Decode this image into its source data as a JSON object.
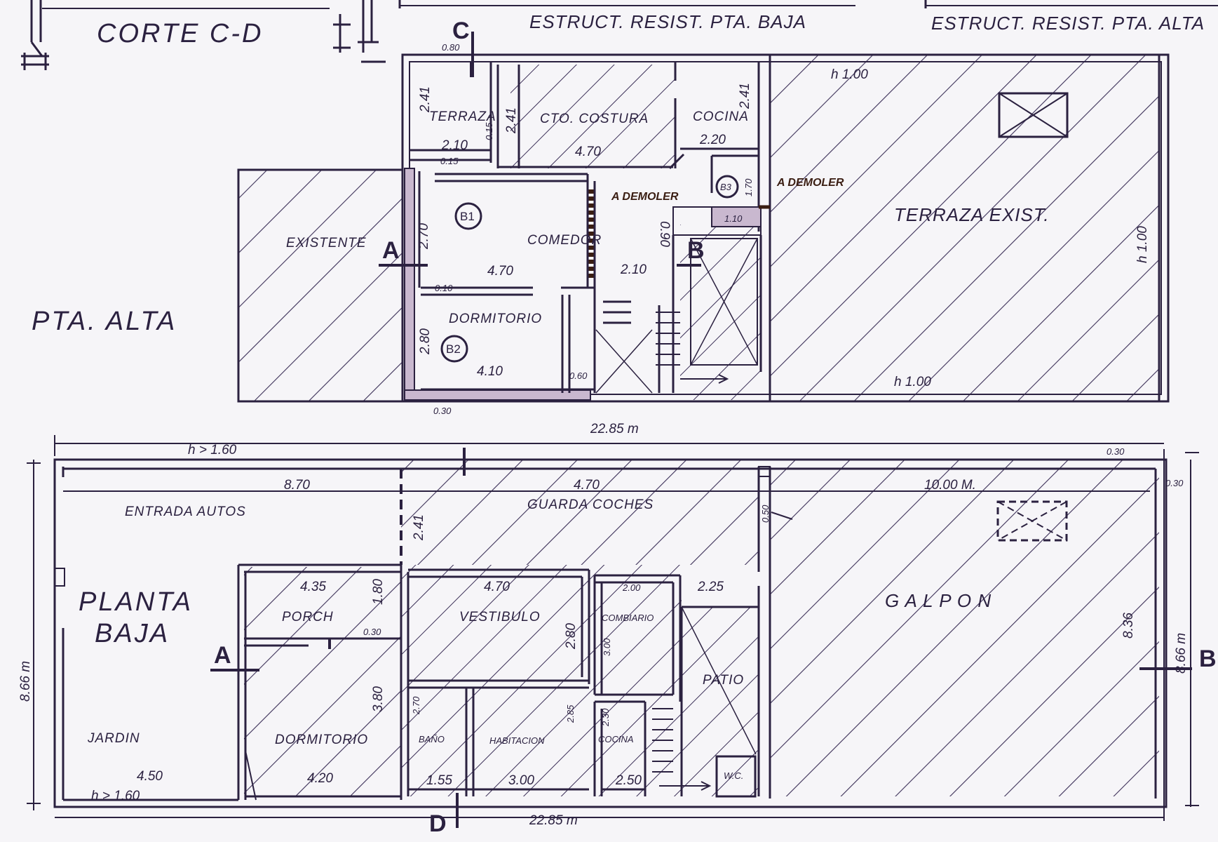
{
  "titles": {
    "corte": "CORTE  C-D",
    "struct_baja": "ESTRUCT. RESIST. PTA. BAJA",
    "struct_alta": "ESTRUCT. RESIST.  PTA. ALTA",
    "pta_alta": "PTA. ALTA",
    "planta": "PLANTA",
    "baja": "BAJA"
  },
  "section_marks": {
    "a_upper": "A",
    "b_upper": "B",
    "c": "C",
    "a_lower": "A",
    "b_lower": "B",
    "d": "D"
  },
  "upper_plan": {
    "rooms": {
      "terraza": "TERRAZA",
      "costura": "CTO. COSTURA",
      "cocina": "COCINA",
      "existente": "EXISTENTE",
      "comedor": "COMEDOR",
      "dormitorio": "DORMITORIO",
      "terraza_exist": "TERRAZA    EXIST."
    },
    "tags": {
      "b1": "B1",
      "b2": "B2",
      "b3": "B3"
    },
    "notes": {
      "demoler_1": "A DEMOLER",
      "demoler_2": "A DEMOLER"
    },
    "dims": {
      "d_080": "0.80",
      "d_241a": "2.41",
      "d_241b": "2.41",
      "d_241c": "2.41",
      "d_015a": "0.15",
      "d_015b": "0.15",
      "d_210": "2.10",
      "d_470a": "4.70",
      "d_220": "2.20",
      "d_h100a": "h 1.00",
      "d_170": "1.70",
      "d_270": "2.70",
      "d_470b": "4.70",
      "d_090": "0.90",
      "d_210b": "2.10",
      "d_110": "1.10",
      "d_010": "0.10",
      "d_280": "2.80",
      "d_410": "4.10",
      "d_060": "0.60",
      "d_030": "0.30",
      "d_h100b": "h 1.00",
      "d_h100c": "h 1.00",
      "d_2285": "22.85 m"
    }
  },
  "lower_plan": {
    "rooms": {
      "entrada": "ENTRADA  AUTOS",
      "guarda": "GUARDA  COCHES",
      "galpon": "G A L P O N",
      "porch": "PORCH",
      "vestibulo": "VESTIBULO",
      "combiario": "COMBIARIO",
      "patio": "PATIO",
      "jardin": "JARDIN",
      "dormitorio": "DORMITORIO",
      "bano": "BAÑO",
      "habitacion": "HABITACION",
      "cocina": "COCINA",
      "wc": "W.C."
    },
    "dims": {
      "h160a": "h > 1.60",
      "d_870": "8.70",
      "d_470a": "4.70",
      "d_1000": "10.00 M.",
      "d_030a": "0.30",
      "d_030b": "0.30",
      "d_241": "2.41",
      "d_050": "0.50",
      "d_435": "4.35",
      "d_180": "1.80",
      "d_030c": "0.30",
      "d_470b": "4.70",
      "d_280": "2.80",
      "d_200": "2.00",
      "d_225": "2.25",
      "d_300v": "3.00",
      "d_836": "8.36",
      "d_866a": "8.66 m",
      "d_866b": "8.66 m",
      "d_380": "3.80",
      "d_270": "2.70",
      "d_285": "2.85",
      "d_230": "2.30",
      "d_450": "4.50",
      "d_420": "4.20",
      "d_155": "1.55",
      "d_300": "3.00",
      "d_250": "2.50",
      "h160b": "h > 1.60",
      "d_2285": "22.85 m"
    }
  },
  "colors": {
    "paper": "#f6f5f8",
    "ink": "#2b2140",
    "wall_fill": "#c9b8cf",
    "demolish": "#3a1d12"
  }
}
